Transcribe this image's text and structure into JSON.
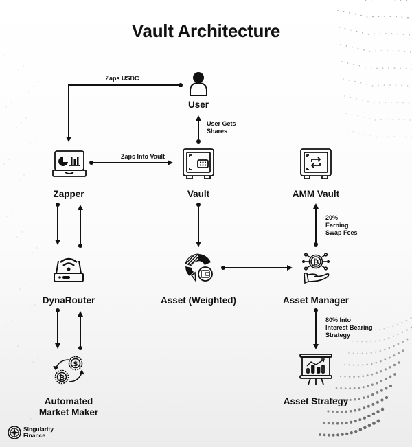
{
  "title": "Vault Architecture",
  "nodes": {
    "user": {
      "label": "User",
      "icon": "user-icon"
    },
    "zapper": {
      "label": "Zapper",
      "icon": "laptop-chart-icon"
    },
    "vault": {
      "label": "Vault",
      "icon": "safe-icon"
    },
    "amm_vault": {
      "label": "AMM Vault",
      "icon": "swap-safe-icon"
    },
    "dynarouter": {
      "label": "DynaRouter",
      "icon": "router-icon"
    },
    "asset_weighted": {
      "label": "Asset (Weighted)",
      "icon": "donut-wallet-icon"
    },
    "asset_manager": {
      "label": "Asset Manager",
      "icon": "bitcoin-hand-icon"
    },
    "amm": {
      "label_line1": "Automated",
      "label_line2": "Market Maker",
      "icon": "crypto-exchange-icon"
    },
    "asset_strategy": {
      "label": "Asset Strategy",
      "icon": "presentation-chart-icon"
    }
  },
  "edges": {
    "zaps_usdc": {
      "label": "Zaps USDC",
      "from": "User",
      "to": "Zapper"
    },
    "zaps_into_vault": {
      "label": "Zaps Into Vault",
      "from": "Zapper",
      "to": "Vault"
    },
    "user_gets_shares": {
      "label_line1": "User Gets",
      "label_line2": "Shares",
      "from": "Vault",
      "to": "User"
    },
    "vault_to_asset": {
      "from": "Vault",
      "to": "Asset (Weighted)"
    },
    "asset_to_manager": {
      "from": "Asset (Weighted)",
      "to": "Asset Manager"
    },
    "earning_swap_fees": {
      "label_line1": "20%",
      "label_line2": "Earning",
      "label_line3": "Swap Fees",
      "from": "Asset Manager",
      "to": "AMM Vault"
    },
    "interest_bearing": {
      "label_line1": "80% Into",
      "label_line2": "Interest Bearing",
      "label_line3": "Strategy",
      "from": "Asset Manager",
      "to": "Asset Strategy"
    },
    "zapper_dynarouter": {
      "from": "Zapper",
      "to": "DynaRouter",
      "bidirectional": true
    },
    "dynarouter_amm": {
      "from": "DynaRouter",
      "to": "Automated Market Maker",
      "bidirectional": true
    }
  },
  "brand": {
    "line1": "Singularity",
    "line2": "Finance"
  },
  "colors": {
    "ink": "#111111",
    "background": "#ffffff",
    "dots": "#555555"
  }
}
